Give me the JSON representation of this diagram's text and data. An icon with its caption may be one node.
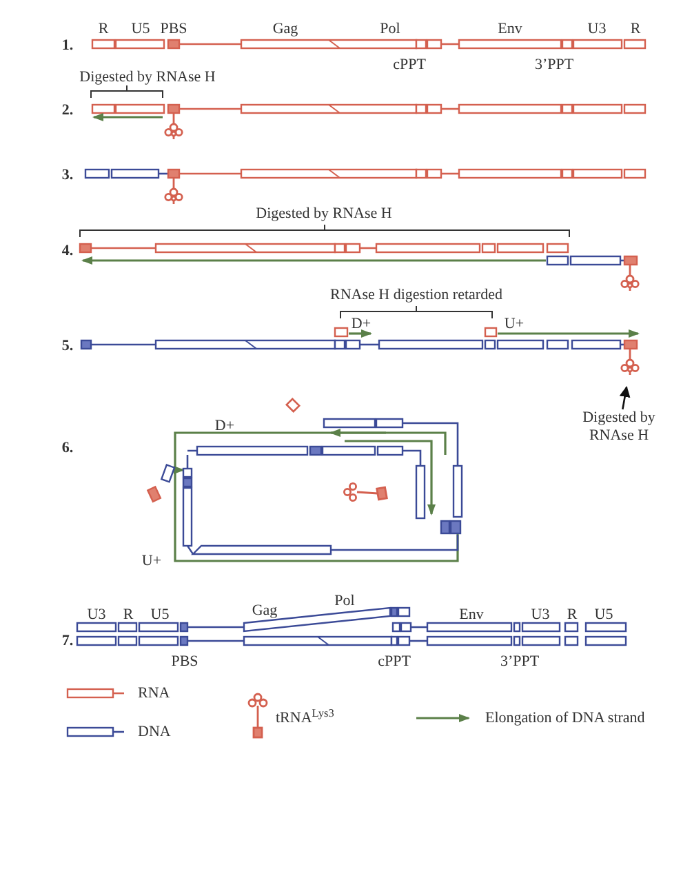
{
  "diagram": {
    "nodes": [
      {
        "text": [
          "Digested by RNAse H"
        ]
      },
      {
        "text": [],
        "shape": "picture"
      }
    ],
    "edges": [
      {
        "from": 0,
        "to": 1,
        "arrow": "to"
      }
    ],
    "labels": [
      "R",
      "U5",
      "PBS",
      "Gag",
      "Pol",
      "Env",
      "U3",
      "R",
      "1.",
      "cPPT",
      "3’PPT",
      "Digested by RNAse H",
      "2.",
      "3.",
      "Digested by RNAse H",
      "4.",
      "RNAse H digestion retarded",
      "D+",
      "U+",
      "5.",
      "D+",
      "6.",
      "U+",
      "U3",
      "R",
      "U5",
      "Gag",
      "Pol",
      "Env",
      "U3",
      "R",
      "U5",
      "7.",
      "PBS",
      "cPPT",
      "3’PPT"
    ],
    "legend": [
      {
        "text": "RNA"
      },
      {
        "text": "DNA"
      },
      {
        "text": "tRNA$^{Lys3}$"
      },
      {
        "text": "Elongation of DNA strand"
      }
    ]
  }
}
